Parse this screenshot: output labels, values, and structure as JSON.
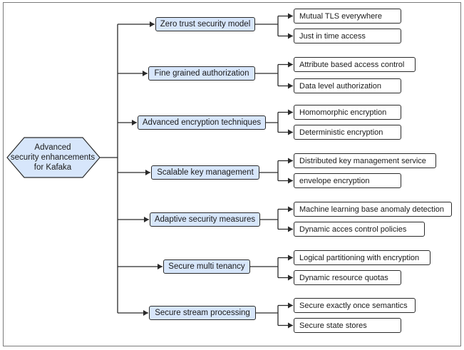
{
  "root": {
    "label": "Advanced\nsecurity enhancements\nfor Kafaka"
  },
  "branches": [
    {
      "label": "Zero trust security model",
      "children": [
        "Mutual TLS everywhere",
        "Just in time access"
      ]
    },
    {
      "label": "Fine grained authorization",
      "children": [
        "Attribute based access control",
        "Data level authorization"
      ]
    },
    {
      "label": "Advanced encryption techniques",
      "children": [
        "Homomorphic encryption",
        "Deterministic encryption"
      ]
    },
    {
      "label": "Scalable key management",
      "children": [
        "Distributed key management service",
        "envelope encryption"
      ]
    },
    {
      "label": "Adaptive security measures",
      "children": [
        "Machine learning base anomaly detection",
        "Dynamic acces control policies"
      ]
    },
    {
      "label": "Secure multi tenancy",
      "children": [
        "Logical partitioning with encryption",
        "Dynamic resource quotas"
      ]
    },
    {
      "label": "Secure stream processing",
      "children": [
        "Secure exactly once semantics",
        "Secure state stores"
      ]
    }
  ],
  "colors": {
    "node_fill": "#d7e6fb",
    "line": "#2a2a2a",
    "frame": "#7b7b7b"
  }
}
